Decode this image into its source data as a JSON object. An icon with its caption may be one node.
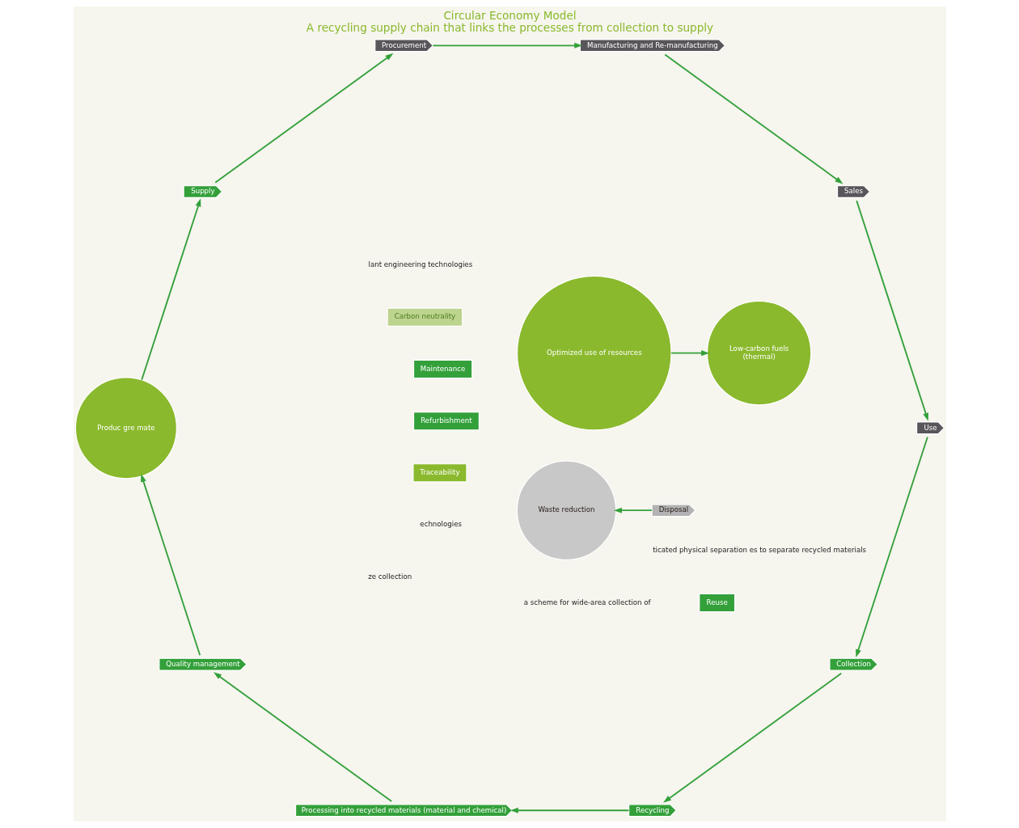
{
  "diagram": {
    "title": "Circular Economy Model",
    "caption": "A recycling supply chain that links the processes from collection to supply",
    "nodes": [
      {
        "text": [
          "Optimized use of resources"
        ]
      },
      {
        "text": [
          "Low-carbon fuels",
          "(thermal)"
        ]
      },
      {
        "text": [
          "Waste reduction"
        ]
      },
      {
        "text": [
          "Disposal"
        ]
      },
      {
        "text": [
          "Collection"
        ]
      },
      {
        "text": [
          "Recycling"
        ]
      },
      {
        "text": [
          "Processing into recycled materials (material and chemical)"
        ]
      },
      {
        "text": [
          "Quality management"
        ]
      },
      {
        "text": [
          "Produc gre mate"
        ]
      },
      {
        "text": [
          "Supply"
        ]
      },
      {
        "text": [
          "Procurement"
        ]
      },
      {
        "text": [
          "Manufacturing and Re-manufacturing"
        ]
      },
      {
        "text": [
          "Sales"
        ]
      },
      {
        "text": [
          "Use"
        ]
      },
      {
        "text": [
          "Maintenance"
        ]
      },
      {
        "text": [
          "Reuse"
        ]
      },
      {
        "text": [
          "Refurbishment"
        ]
      },
      {
        "text": [
          "Traceability"
        ]
      },
      {
        "text": [
          "Carbon neutrality"
        ]
      }
    ],
    "edges": [
      {
        "from": 0,
        "to": 1,
        "arrow": "to"
      },
      {
        "from": 3,
        "to": 2,
        "arrow": "to"
      },
      {
        "from": 4,
        "to": 5,
        "arrow": "to"
      },
      {
        "from": 5,
        "to": 6,
        "arrow": "to"
      },
      {
        "from": 6,
        "to": 7,
        "arrow": "to"
      },
      {
        "from": 7,
        "to": 8,
        "arrow": "to"
      },
      {
        "from": 8,
        "to": 9,
        "arrow": "to"
      },
      {
        "from": 9,
        "to": 10,
        "arrow": "to"
      },
      {
        "from": 10,
        "to": 11,
        "arrow": "to"
      },
      {
        "from": 11,
        "to": 12,
        "arrow": "to"
      },
      {
        "from": 12,
        "to": 13,
        "arrow": "to"
      },
      {
        "from": 13,
        "to": 4,
        "arrow": "to"
      }
    ],
    "labels": [
      "echnologies",
      "ticated physical separation es to separate recycled materials",
      "lant engineering technologies",
      "ze collection",
      "a scheme for wide-area collection of"
    ]
  }
}
